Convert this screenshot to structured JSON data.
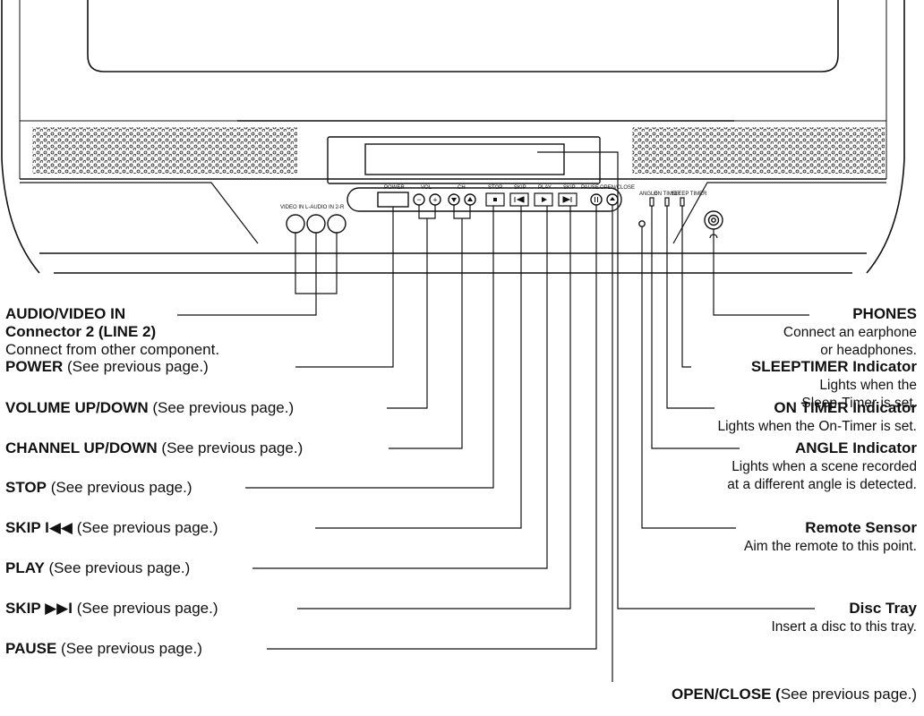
{
  "panel_labels": {
    "av_in": "VIDEO IN  L-AUDIO IN 2-R",
    "power": "POWER",
    "vol": "VOL",
    "ch": "CH",
    "stop": "STOP",
    "skip1": "SKIP",
    "play": "PLAY",
    "skip2": "SKIP",
    "pause": "PAUSE",
    "open_close": "OPEN/CLOSE",
    "angle": "ANGLE",
    "on_timer": "ON TIMER",
    "sleep_timer": "SLEEP TIMER"
  },
  "callouts_left": [
    {
      "name": "AUDIO/VIDEO IN",
      "name2": "Connector 2 (LINE 2)",
      "note": "",
      "desc": "Connect from other component."
    },
    {
      "name": "POWER",
      "note": " (See previous page.)"
    },
    {
      "name": "VOLUME UP/DOWN",
      "note": " (See previous page.)"
    },
    {
      "name": "CHANNEL UP/DOWN",
      "note": " (See previous page.)"
    },
    {
      "name": "STOP",
      "note": " (See previous page.)"
    },
    {
      "name": "SKIP I◀◀",
      "note": " (See previous page.)"
    },
    {
      "name": "PLAY",
      "note": " (See previous page.)"
    },
    {
      "name": "SKIP ▶▶I",
      "note": " (See previous page.)"
    },
    {
      "name": "PAUSE",
      "note": " (See previous page.)"
    }
  ],
  "callouts_right": [
    {
      "name": "PHONES",
      "desc1": "Connect an earphone",
      "desc2": "or headphones."
    },
    {
      "name": "SLEEPTIMER Indicator",
      "desc1": "Lights when the",
      "desc2": "Sleep-Timer is set."
    },
    {
      "name": "ON TIMER Indicator",
      "desc1": "Lights when the On-Timer is set."
    },
    {
      "name": "ANGLE Indicator",
      "desc1": "Lights when a scene recorded",
      "desc2": "at a different angle is detected."
    },
    {
      "name": "Remote Sensor",
      "desc1": "Aim the remote to this point."
    },
    {
      "name": "Disc Tray",
      "desc1": "Insert a disc to this tray."
    },
    {
      "name": "OPEN/CLOSE (",
      "note": "See previous page.)"
    }
  ]
}
